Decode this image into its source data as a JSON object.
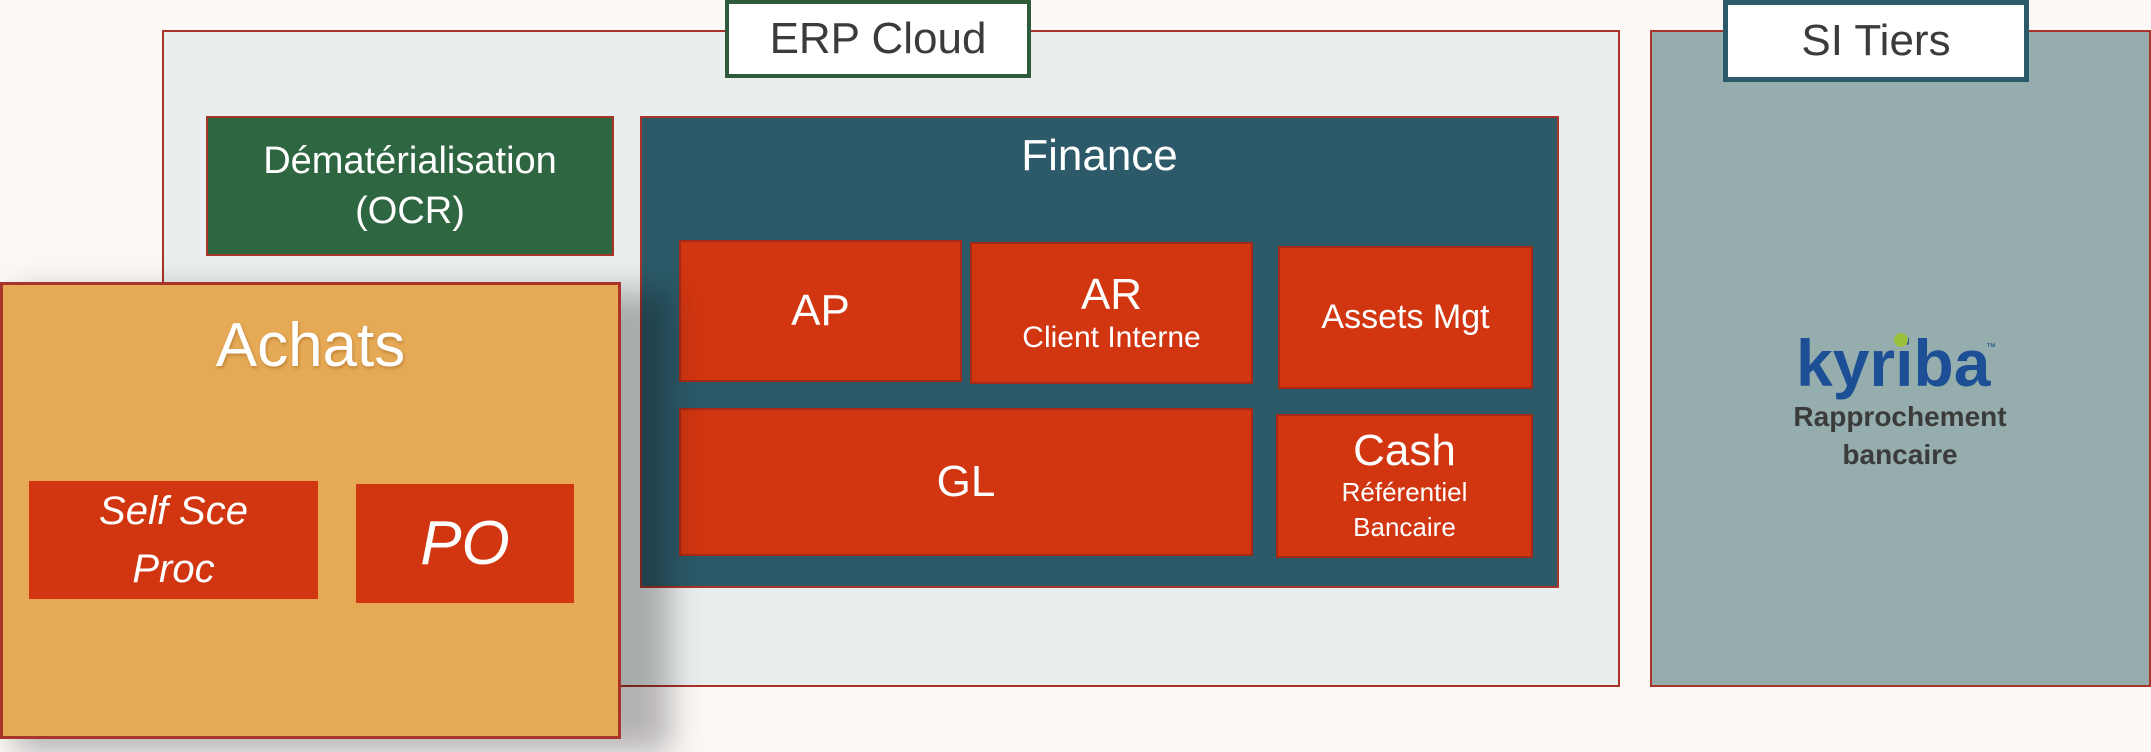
{
  "erp": {
    "title": "ERP Cloud",
    "dematerialisation": {
      "line1": "Dématérialisation",
      "line2": "(OCR)"
    },
    "finance": {
      "title": "Finance",
      "ap": "AP",
      "ar": {
        "title": "AR",
        "subtitle": "Client Interne"
      },
      "assets": "Assets Mgt",
      "gl": "GL",
      "cash": {
        "title": "Cash",
        "subtitle_line1": "Référentiel",
        "subtitle_line2": "Bancaire"
      }
    }
  },
  "achats": {
    "title": "Achats",
    "self_service": {
      "line1": "Self Sce",
      "line2": "Proc"
    },
    "po": "PO"
  },
  "si_tiers": {
    "title": "SI Tiers",
    "logo_text": "kyriba",
    "logo_color": "#1c4f95",
    "logo_dot_color": "#9bc13c",
    "caption_line1": "Rapprochement",
    "caption_line2": "bancaire"
  }
}
